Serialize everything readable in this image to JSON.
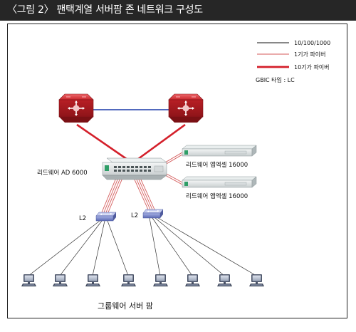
{
  "header": {
    "title": "〈그림 2〉 팬택계열 서버팜 존 네트워크 구성도"
  },
  "legend": {
    "items": [
      {
        "label": "10/100/1000",
        "color": "#111111"
      },
      {
        "label": "1기가 파이버",
        "color": "#d45a5a"
      },
      {
        "label": "10기가 파이버",
        "color": "#d41f2a"
      }
    ],
    "gbic_note": "GBIC 타입 : LC"
  },
  "nodes": {
    "radware": "리드웨어 AD 6000",
    "appxcel_1": "리드웨어 앱엑셀 16000",
    "appxcel_2": "리드웨어 앱엑셀 16000",
    "l2_left": "L2",
    "l2_right": "L2"
  },
  "caption": "그룹웨어 서버 팜",
  "colors": {
    "core": "#c8252b",
    "switch_blue": "#6f7fc4",
    "link_blue": "#3a55b4"
  }
}
